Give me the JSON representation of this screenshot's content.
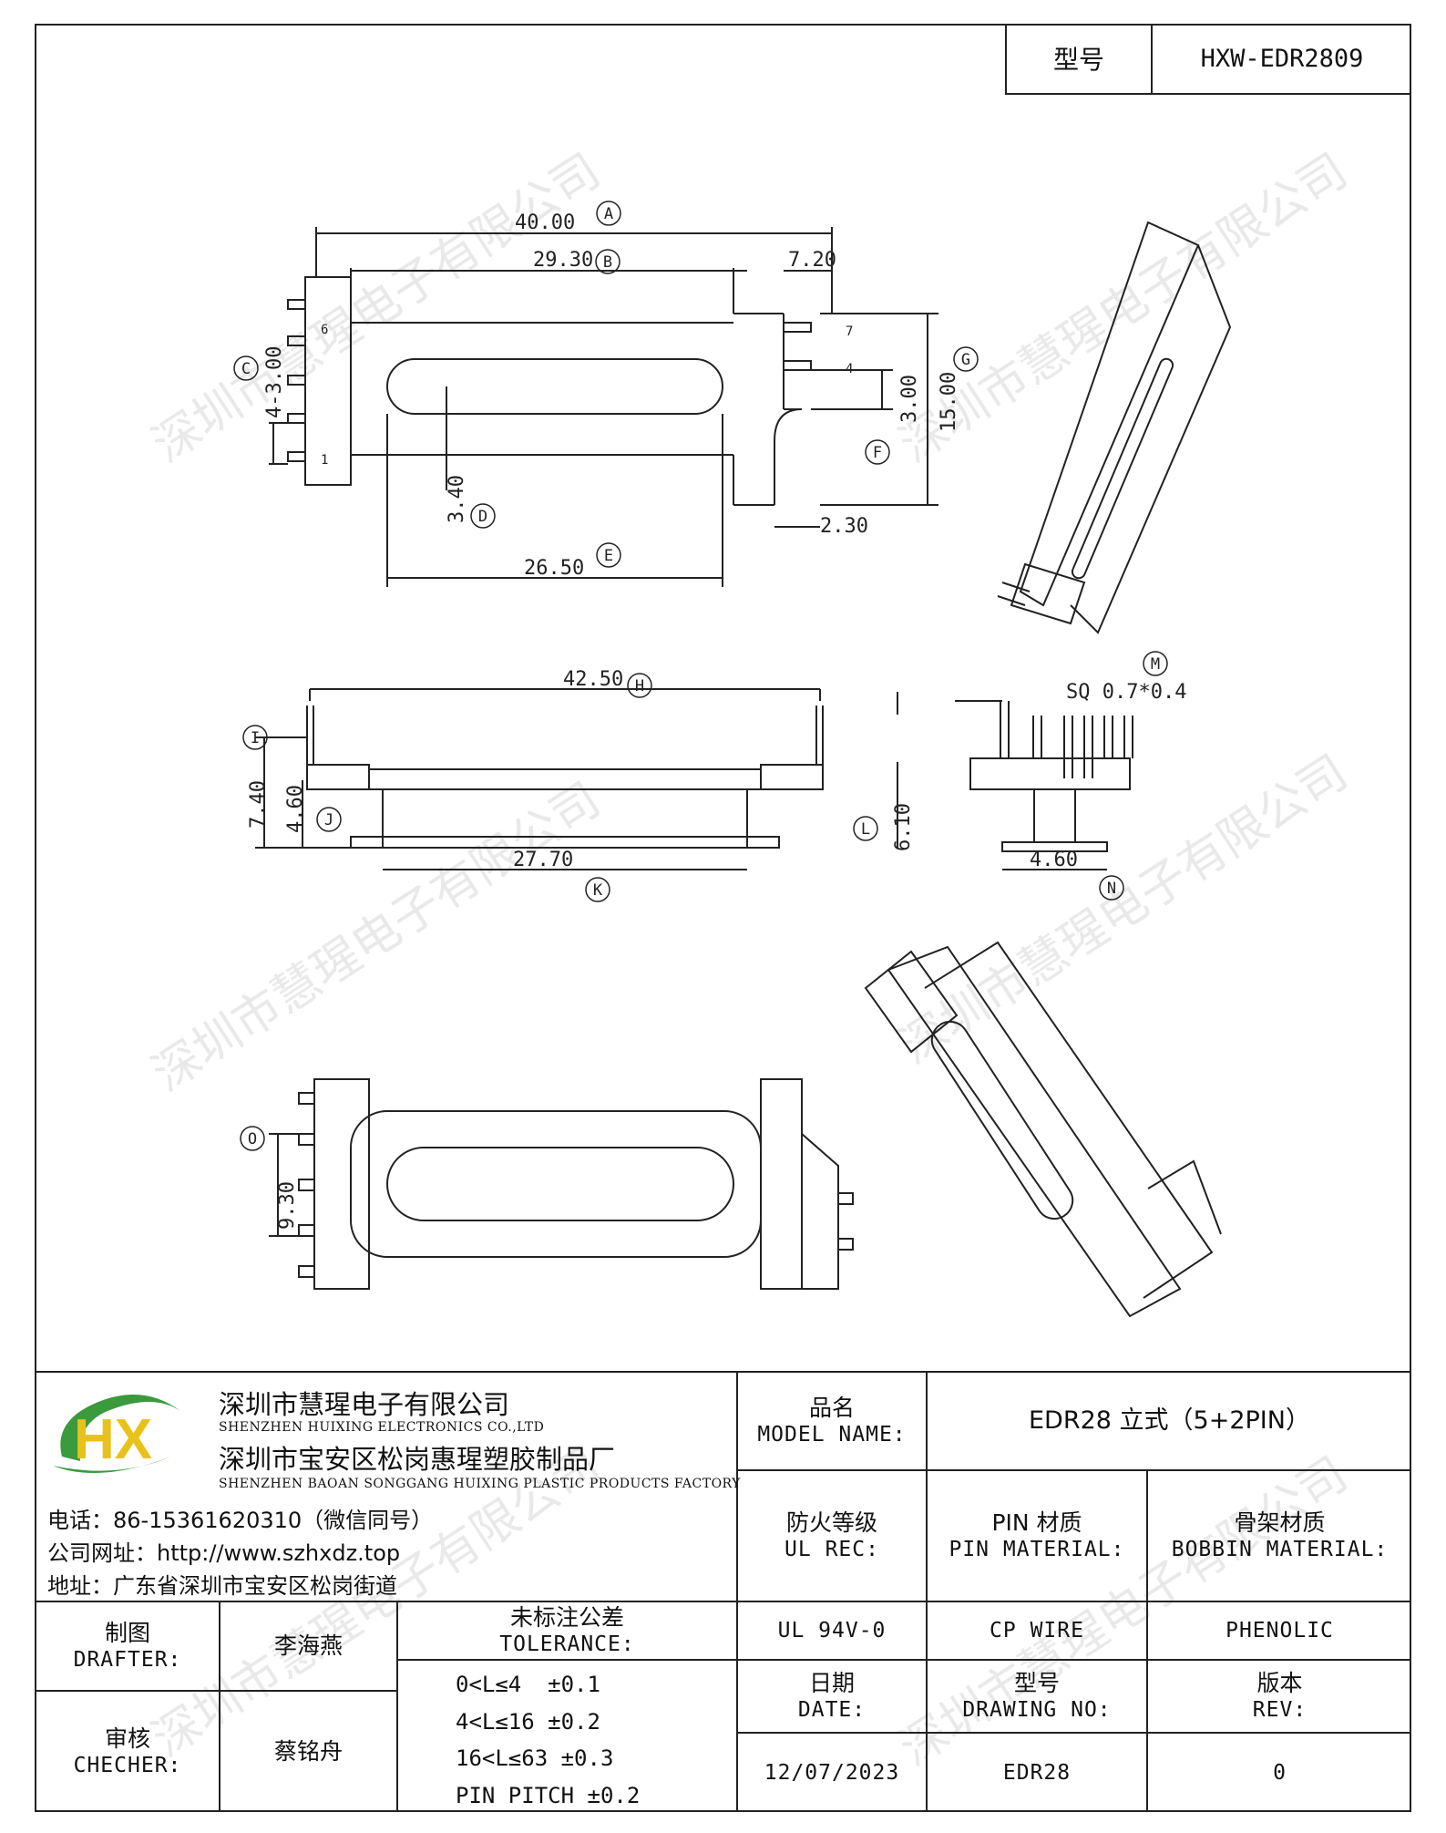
{
  "header": {
    "model_label": "型号",
    "model_value": "HXW-EDR2809"
  },
  "drawing": {
    "dims": {
      "A": "A",
      "B": "B",
      "C": "C",
      "D": "D",
      "E": "E",
      "F": "F",
      "G": "G",
      "H": "H",
      "I": "I",
      "J": "J",
      "K": "K",
      "L": "L",
      "M": "M",
      "N": "N",
      "O": "O",
      "d40": "40.00",
      "d29_3": "29.30",
      "d7_2": "7.20",
      "d4x3": "4-3.00",
      "d3_4": "3.40",
      "d26_5": "26.50",
      "d3_0": "3.00",
      "d15": "15.00",
      "d2_3": "2.30",
      "d42_5": "42.50",
      "d7_4": "7.40",
      "d4_6a": "4.60",
      "d27_7": "27.70",
      "d6_1": "6.10",
      "sq": "SQ 0.7*0.4",
      "d4_6b": "4.60",
      "d9_3": "9.30",
      "pin6": "6",
      "pin7": "7",
      "pin1": "1",
      "pin4": "4"
    }
  },
  "watermark": "深圳市慧瑆电子有限公司",
  "company": {
    "logo_letters": "HX",
    "name_cn": "深圳市慧瑆电子有限公司",
    "name_en": "SHENZHEN HUIXING ELECTRONICS CO.,LTD",
    "factory_cn": "深圳市宝安区松岗惠瑆塑胶制品厂",
    "factory_en": "SHENZHEN BAOAN SONGGANG HUIXING PLASTIC PRODUCTS FACTORY",
    "phone": "电话：86-15361620310（微信同号）",
    "website": "公司网址：http://www.szhxdz.top",
    "address": "地址：广东省深圳市宝安区松岗街道"
  },
  "title_block": {
    "model_name_cn": "品名",
    "model_name_en": "MODEL NAME:",
    "model_name_value": "EDR28 立式（5+2PIN）",
    "fire_cn": "防火等级",
    "fire_en": "UL REC:",
    "pin_mat_cn": "PIN 材质",
    "pin_mat_en": "PIN MATERIAL:",
    "bobbin_mat_cn": "骨架材质",
    "bobbin_mat_en": "BOBBIN MATERIAL:",
    "fire_value": "UL 94V-0",
    "pin_mat_value": "CP WIRE",
    "bobbin_mat_value": "PHENOLIC",
    "drafter_cn": "制图",
    "drafter_en": "DRAFTER:",
    "drafter_name": "李海燕",
    "checker_cn": "审核",
    "checker_en": "CHECHER:",
    "checker_name": "蔡铭舟",
    "tolerance_cn": "未标注公差",
    "tolerance_en": "TOLERANCE:",
    "tolerance_lines": [
      "0<L≤4  ±0.1",
      "4<L≤16 ±0.2",
      "16<L≤63 ±0.3",
      "PIN PITCH ±0.2"
    ],
    "date_cn": "日期",
    "date_en": "DATE:",
    "drawing_no_cn": "型号",
    "drawing_no_en": "DRAWING NO:",
    "rev_cn": "版本",
    "rev_en": "REV:",
    "date_value": "12/07/2023",
    "drawing_no_value": "EDR28",
    "rev_value": "0"
  },
  "colors": {
    "logo_green": "#3a9a3c",
    "logo_yellow": "#e8c21a",
    "logo_blue": "#3a6fb6",
    "line": "#222222"
  }
}
